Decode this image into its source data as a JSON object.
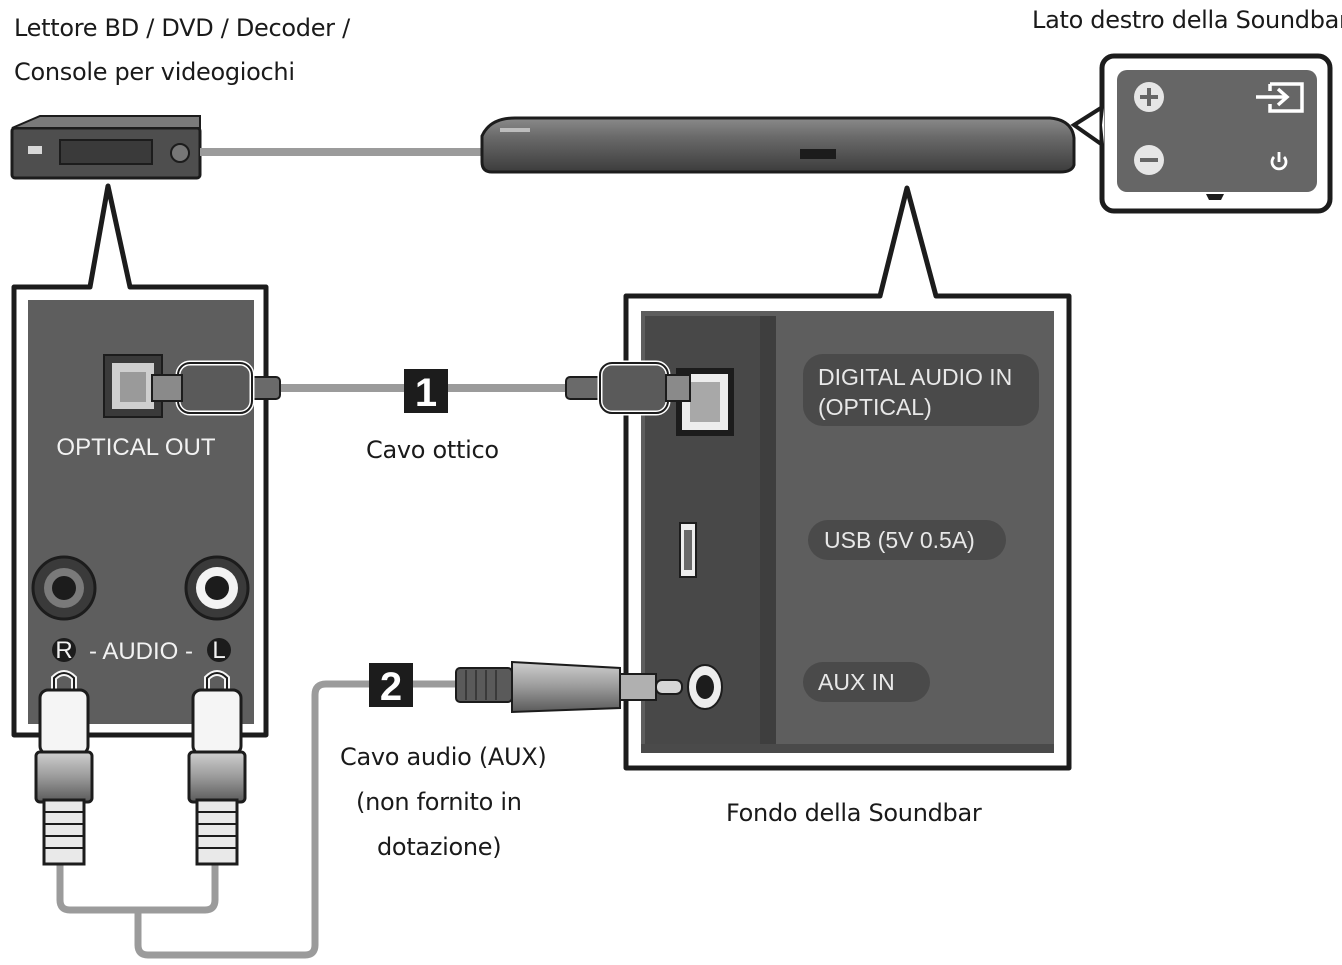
{
  "labels": {
    "source_device_line1": "Lettore BD / DVD / Decoder /",
    "source_device_line2": "Console per videogiochi",
    "soundbar_right_side": "Lato destro della Soundbar",
    "soundbar_bottom": "Fondo della Soundbar",
    "optical_cable": "Cavo ottico",
    "aux_cable_line1": "Cavo audio (AUX)",
    "aux_cable_line2": "(non fornito in",
    "aux_cable_line3": "dotazione)"
  },
  "source_panel": {
    "optical_out": "OPTICAL OUT",
    "audio_label": "- AUDIO -",
    "audio_r": "R",
    "audio_l": "L"
  },
  "soundbar_panel": {
    "digital_in_line1": "DIGITAL AUDIO IN",
    "digital_in_line2": "(OPTICAL)",
    "usb": "USB (5V 0.5A)",
    "aux_in": "AUX IN"
  },
  "steps": {
    "step1": "1",
    "step2": "2"
  },
  "icons": [
    "plus-icon",
    "minus-icon",
    "input-source-icon",
    "power-icon"
  ],
  "colors": {
    "panel_bg": "#5e5e5e",
    "panel_border": "#1c1c1c",
    "cable": "#9b9b9b",
    "pill_bg": "#4a4a4a"
  }
}
